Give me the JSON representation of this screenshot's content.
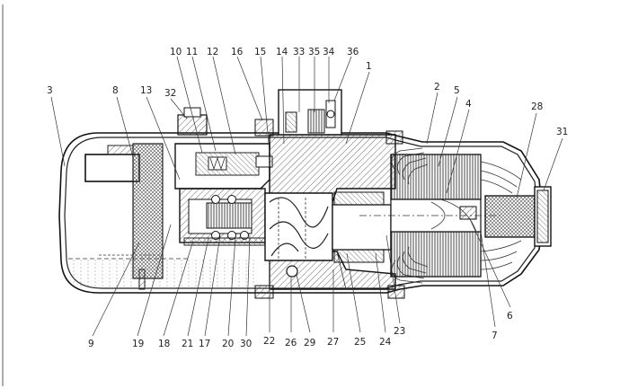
{
  "figure": {
    "labels": [
      {
        "id": "3",
        "text": "3"
      },
      {
        "id": "8",
        "text": "8"
      },
      {
        "id": "13",
        "text": "13"
      },
      {
        "id": "32",
        "text": "32"
      },
      {
        "id": "10",
        "text": "10"
      },
      {
        "id": "11",
        "text": "11"
      },
      {
        "id": "12",
        "text": "12"
      },
      {
        "id": "16",
        "text": "16"
      },
      {
        "id": "15",
        "text": "15"
      },
      {
        "id": "14",
        "text": "14"
      },
      {
        "id": "33",
        "text": "33"
      },
      {
        "id": "35",
        "text": "35"
      },
      {
        "id": "34",
        "text": "34"
      },
      {
        "id": "36",
        "text": "36"
      },
      {
        "id": "1",
        "text": "1"
      },
      {
        "id": "2",
        "text": "2"
      },
      {
        "id": "5",
        "text": "5"
      },
      {
        "id": "4",
        "text": "4"
      },
      {
        "id": "28",
        "text": "28"
      },
      {
        "id": "31",
        "text": "31"
      },
      {
        "id": "9",
        "text": "9"
      },
      {
        "id": "19",
        "text": "19"
      },
      {
        "id": "18",
        "text": "18"
      },
      {
        "id": "21",
        "text": "21"
      },
      {
        "id": "17",
        "text": "17"
      },
      {
        "id": "20",
        "text": "20"
      },
      {
        "id": "30",
        "text": "30"
      },
      {
        "id": "22",
        "text": "22"
      },
      {
        "id": "26",
        "text": "26"
      },
      {
        "id": "29",
        "text": "29"
      },
      {
        "id": "27",
        "text": "27"
      },
      {
        "id": "25",
        "text": "25"
      },
      {
        "id": "24",
        "text": "24"
      },
      {
        "id": "23",
        "text": "23"
      },
      {
        "id": "6",
        "text": "6"
      },
      {
        "id": "7",
        "text": "7"
      }
    ]
  }
}
